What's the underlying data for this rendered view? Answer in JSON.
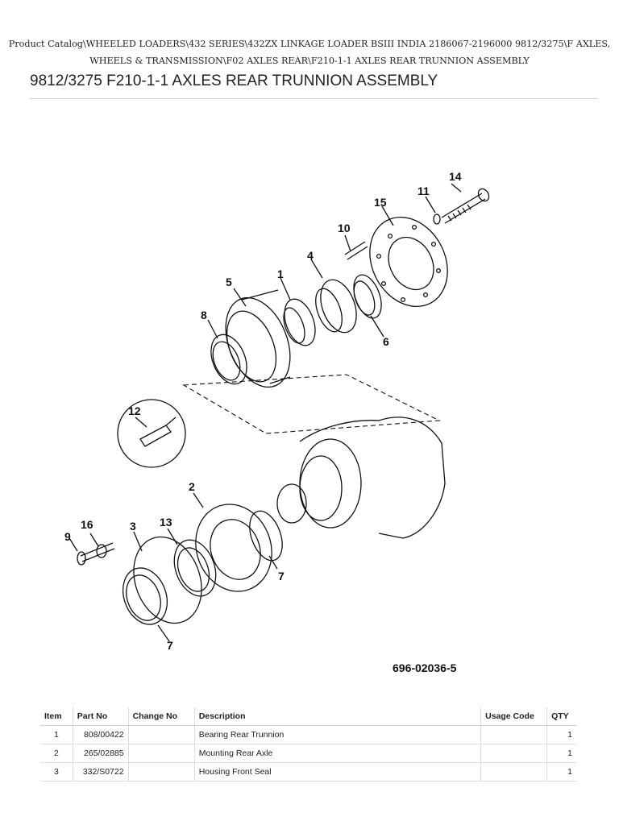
{
  "breadcrumb": {
    "line1": "Product Catalog\\WHEELED LOADERS\\432 SERIES\\432ZX LINKAGE LOADER BSIII INDIA 2186067-2196000 9812/3275\\F AXLES,",
    "line2": "WHEELS & TRANSMISSION\\F02 AXLES REAR\\F210-1-1 AXLES REAR TRUNNION ASSEMBLY"
  },
  "page_title": "9812/3275 F210-1-1 AXLES REAR TRUNNION ASSEMBLY",
  "diagram": {
    "figure_number": "696-02036-5",
    "callouts": [
      "14",
      "11",
      "15",
      "10",
      "4",
      "1",
      "5",
      "8",
      "6",
      "12",
      "2",
      "16",
      "3",
      "13",
      "9",
      "7",
      "7"
    ]
  },
  "parts_table": {
    "headers": [
      "Item",
      "Part No",
      "Change No",
      "Description",
      "Usage Code",
      "QTY"
    ],
    "rows": [
      {
        "item": "1",
        "part_no": "808/00422",
        "change_no": "",
        "description": "Bearing Rear Trunnion",
        "usage_code": "",
        "qty": "1"
      },
      {
        "item": "2",
        "part_no": "265/02885",
        "change_no": "",
        "description": "Mounting Rear Axle",
        "usage_code": "",
        "qty": "1"
      },
      {
        "item": "3",
        "part_no": "332/S0722",
        "change_no": "",
        "description": "Housing Front Seal",
        "usage_code": "",
        "qty": "1"
      }
    ]
  }
}
